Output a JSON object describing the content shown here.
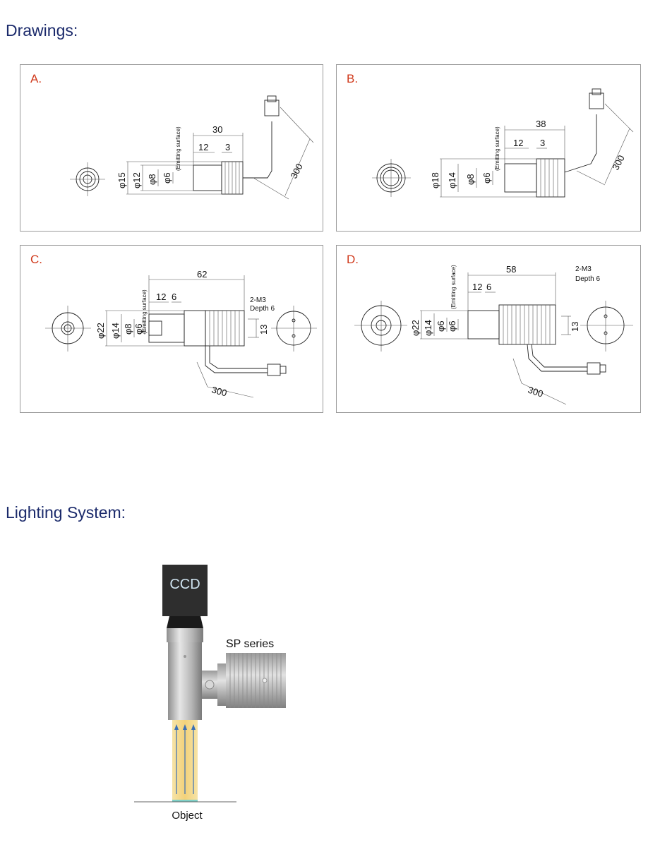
{
  "headings": {
    "drawings": "Drawings:",
    "lighting": "Lighting System:"
  },
  "panels": [
    {
      "label": "A.",
      "overall": "30",
      "len1": "12",
      "len2": "3",
      "cable": "300",
      "d1": "φ15",
      "d2": "φ12",
      "d3": "φ8",
      "d4": "φ6",
      "emitting": "(Emitting surface)"
    },
    {
      "label": "B.",
      "overall": "38",
      "len1": "12",
      "len2": "3",
      "cable": "300",
      "d1": "φ18",
      "d2": "φ14",
      "d3": "φ8",
      "d4": "φ6",
      "emitting": "(Emitting surface)"
    },
    {
      "label": "C.",
      "overall": "62",
      "len1": "12",
      "len2": "6",
      "cable": "300",
      "d1": "φ22",
      "d2": "φ14",
      "d3": "φ8",
      "d4": "φ6",
      "emitting": "(Emitting surface)",
      "mount": "2-M3",
      "depth": "Depth 6",
      "side": "13"
    },
    {
      "label": "D.",
      "overall": "58",
      "len1": "12",
      "len2": "6",
      "cable": "300",
      "d1": "φ22",
      "d2": "φ14",
      "d3": "φ6",
      "d4": "φ6",
      "emitting": "(Emitting surface)",
      "mount": "2-M3",
      "depth": "Depth 6",
      "side": "13"
    }
  ],
  "system": {
    "camera": "CCD",
    "series": "SP series",
    "object": "Object"
  },
  "colors": {
    "heading": "#1b2a6b",
    "panel_label": "#d0391b",
    "beam": "#f3d27a",
    "camera": "#2e2e2e"
  }
}
